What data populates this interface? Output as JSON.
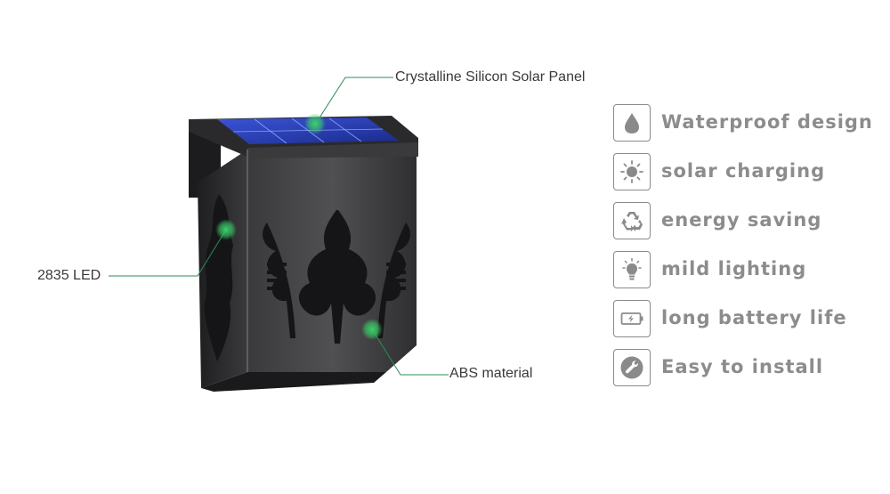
{
  "callouts": {
    "solar_panel": "Crystalline Silicon Solar Panel",
    "led": "2835 LED",
    "material": "ABS material"
  },
  "features": [
    {
      "label": "Waterproof design",
      "icon": "water-drop-icon"
    },
    {
      "label": "solar charging",
      "icon": "sun-icon"
    },
    {
      "label": "energy saving",
      "icon": "recycle-icon"
    },
    {
      "label": "mild lighting",
      "icon": "light-bulb-icon"
    },
    {
      "label": "long battery life",
      "icon": "battery-icon"
    },
    {
      "label": "Easy to install",
      "icon": "wrench-icon"
    }
  ],
  "colors": {
    "callout_line": "#2e8b57",
    "callout_dot": "#3ccf6a",
    "feature_text": "#8c8c8c",
    "icon_gray": "#8a8a8a",
    "lamp_body": "#2b2b2d",
    "solar_blue": "#2a3fb0"
  }
}
